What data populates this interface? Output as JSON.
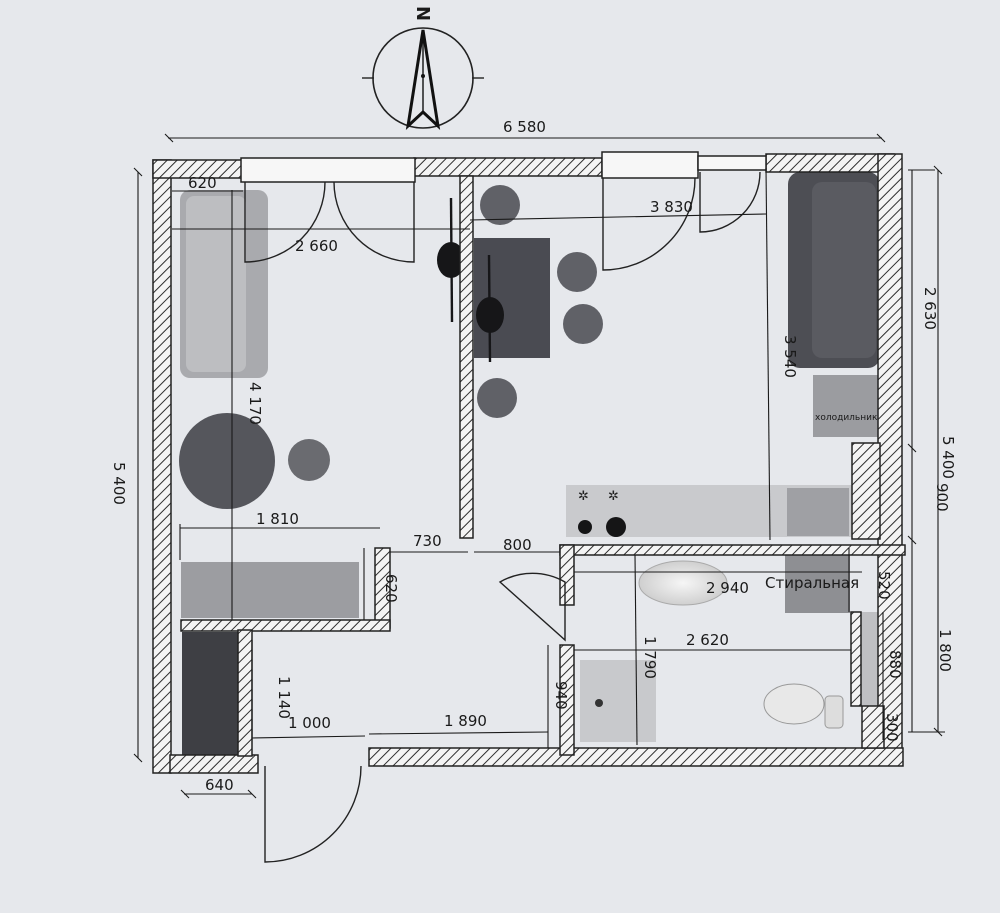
{
  "compass": {
    "letter": "N"
  },
  "dimensions": {
    "total_width": "6 580",
    "total_height": "5 400",
    "right_height": "5 400",
    "top_left_620": "620",
    "d_2660": "2 660",
    "d_3830": "3 830",
    "d_2630": "2 630",
    "d_3540": "3 540",
    "d_4170": "4 170",
    "d_900": "900",
    "d_1810": "1 810",
    "d_730": "730",
    "d_800": "800",
    "d_620_vertical": "620",
    "d_2940": "2 940",
    "d_520": "520",
    "d_1800": "1 800",
    "d_1790": "1 790",
    "d_2620": "2 620",
    "d_880": "880",
    "d_940": "940",
    "d_1140": "1 140",
    "d_1000": "1 000",
    "d_1890": "1 890",
    "d_300": "300",
    "d_640": "640"
  },
  "labels": {
    "fridge": "холодильник",
    "washer": "Стиральная"
  },
  "colors": {
    "paper": "#e6e8ec",
    "wall_hatch": "#3a3a3a",
    "furniture_dark": "#4a4a50",
    "furniture_mid": "#8a8a8e",
    "line": "#1a1a1a"
  }
}
